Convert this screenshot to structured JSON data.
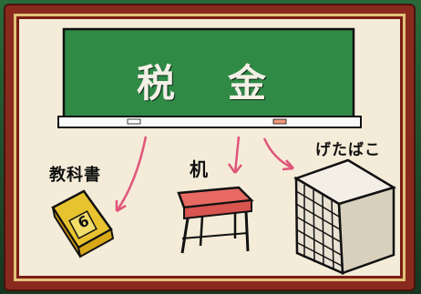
{
  "scene": {
    "blackboard_text": "税金",
    "labels": {
      "textbook": "教科書",
      "desk": "机",
      "shoe_rack": "げたばこ"
    },
    "textbook_number": "6",
    "colors": {
      "blackboard": "#2f8a46",
      "frame": "#8a2a1e",
      "arrow": "#e0557a",
      "desk_top": "#e86a63",
      "textbook": "#e8c330",
      "shoe_rack": "#e9e2d3"
    }
  }
}
